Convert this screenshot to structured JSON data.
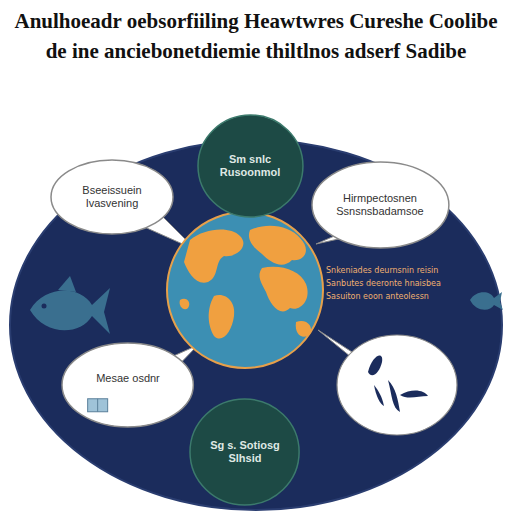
{
  "diagram": {
    "title": "Anulhoeadr oebsorfiiling Heawtwres Cureshe Coolibe de ine anciebonetdiemie thiltlnos adserf Sadibe",
    "nodes": [
      {
        "text": [
          "Sm snlc Rusoonmol"
        ]
      },
      {
        "text": [
          "Bseeissuein Ivasvening"
        ]
      },
      {
        "text": [
          "Hirmpectosnen Ssnsnsbadamsoe"
        ]
      },
      {
        "text": [
          "Mesae osdnr"
        ]
      },
      {
        "text": [
          "Sg s. Sotiosg Slhsid"
        ]
      }
    ],
    "labels": [
      "Snkeniades deurnsnin reisin",
      "Sanbutes deeronte hnaisbea",
      "Sasuiton eoon anteolessn"
    ]
  }
}
